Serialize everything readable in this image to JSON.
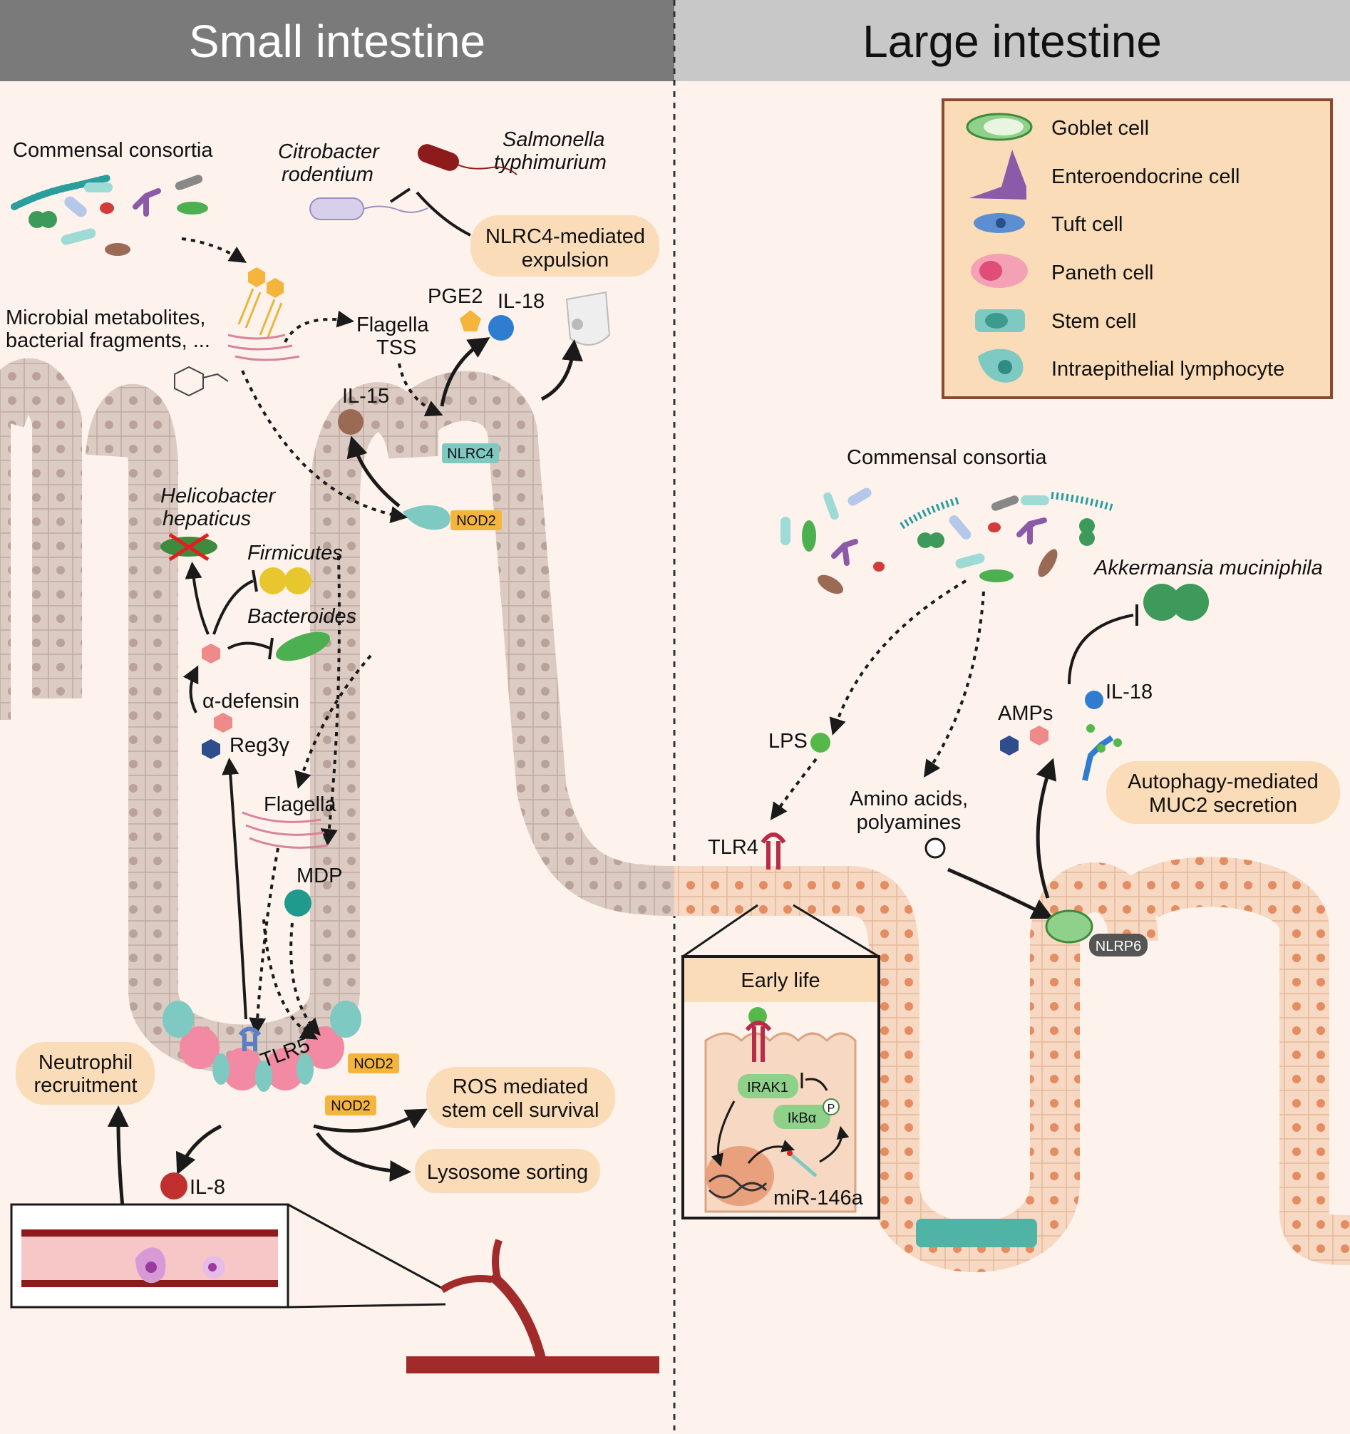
{
  "headers": {
    "small": "Small intestine",
    "large": "Large intestine"
  },
  "legend": [
    {
      "label": "Goblet cell",
      "icon": "goblet-cell-icon"
    },
    {
      "label": "Enteroendocrine cell",
      "icon": "enteroendocrine-cell-icon"
    },
    {
      "label": "Tuft cell",
      "icon": "tuft-cell-icon"
    },
    {
      "label": "Paneth cell",
      "icon": "paneth-cell-icon"
    },
    {
      "label": "Stem cell",
      "icon": "stem-cell-icon"
    },
    {
      "label": "Intraepithelial lymphocyte",
      "icon": "intraepithelial-lymphocyte-icon"
    }
  ],
  "small": {
    "commensal": "Commensal consortia",
    "citrobacter": [
      "Citrobacter",
      "rodentium"
    ],
    "salmonella": [
      "Salmonella",
      "typhimurium"
    ],
    "nlrc4_box": [
      "NLRC4-mediated",
      "expulsion"
    ],
    "metabolites": [
      "Microbial metabolites,",
      "bacterial fragments, ..."
    ],
    "pge2": "PGE2",
    "il18": "IL-18",
    "flagella_tss": [
      "Flagella",
      "TSS"
    ],
    "il15": "IL-15",
    "nlrc4": "NLRC4",
    "nod2": "NOD2",
    "helicobacter": [
      "Helicobacter",
      "hepaticus"
    ],
    "firmicutes": "Firmicutes",
    "bacteroides": "Bacteroides",
    "alpha_defensin": "α-defensin",
    "reg3g": "Reg3γ",
    "flagella": "Flagella",
    "mdp": "MDP",
    "tlr5": "TLR5",
    "nod2_a": "NOD2",
    "nod2_b": "NOD2",
    "neutrophil": [
      "Neutrophil",
      "recruitment"
    ],
    "ros": [
      "ROS mediated",
      "stem cell survival"
    ],
    "lysosome": "Lysosome sorting",
    "il8": "IL-8"
  },
  "large": {
    "commensal": "Commensal consortia",
    "akkermansia": "Akkermansia muciniphila",
    "lps": "LPS",
    "tlr4": "TLR4",
    "amino": [
      "Amino acids,",
      "polyamines"
    ],
    "amps": "AMPs",
    "il18": "IL-18",
    "autophagy": [
      "Autophagy-mediated",
      "MUC2 secretion"
    ],
    "nlrp6": "NLRP6",
    "early_life": "Early life",
    "irak1": "IRAK1",
    "ikba": "IkBα",
    "p": "P",
    "mir": "miR-146a"
  },
  "colors": {
    "header_small": "#7a7a7a",
    "header_large": "#c8c8c8",
    "background": "#fdf3ec",
    "tissue_small": "#dccbc3",
    "tissue_large": "#f7d8c2",
    "tag_orange": "#f5b43c",
    "tag_teal": "#7ec9c1",
    "callout": "#fbdcb8",
    "blood": "#8e1b1b"
  }
}
